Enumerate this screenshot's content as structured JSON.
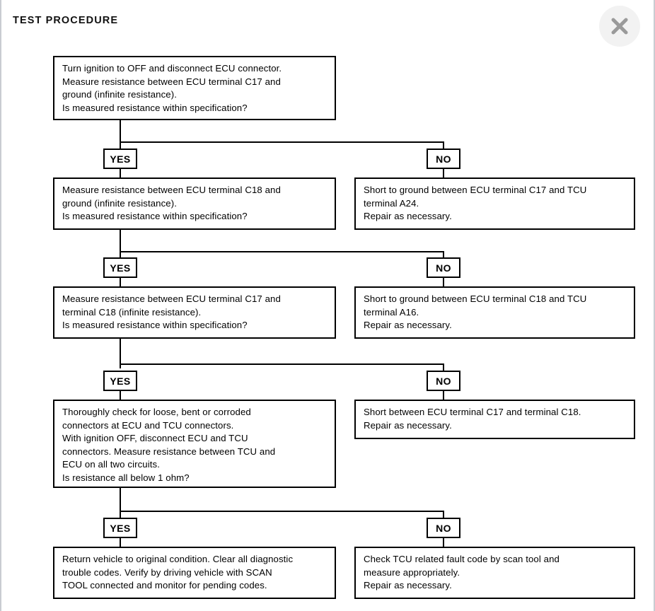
{
  "header": {
    "title": "TEST PROCEDURE",
    "close_icon": "close-icon",
    "close_label": "Close"
  },
  "theme": {
    "background": "#ffffff",
    "line_color": "#000000",
    "text_color": "#000000",
    "close_button_bg": "#f2f2f2",
    "close_icon_color": "#9a9a9a",
    "page_edge": "#c9ccd1"
  },
  "flow": {
    "labels": {
      "yes": "YES",
      "no": "NO"
    },
    "steps": [
      {
        "id": "step-1",
        "side": "left",
        "text": "Turn ignition to OFF and disconnect ECU connector.\nMeasure resistance between ECU terminal C17 and\nground (infinite resistance).\nIs measured resistance within specification?"
      },
      {
        "id": "step-2",
        "side": "left",
        "branch": "YES",
        "text": "Measure resistance between ECU terminal C18 and\nground (infinite resistance).\nIs measured resistance within specification?"
      },
      {
        "id": "result-1",
        "side": "right",
        "branch": "NO",
        "text": "Short to ground between ECU terminal C17 and TCU\nterminal A24.\nRepair as necessary."
      },
      {
        "id": "step-3",
        "side": "left",
        "branch": "YES",
        "text": "Measure resistance between ECU terminal C17 and\nterminal C18 (infinite resistance).\nIs measured resistance within specification?"
      },
      {
        "id": "result-2",
        "side": "right",
        "branch": "NO",
        "text": "Short to ground between ECU terminal C18 and TCU\nterminal A16.\nRepair as necessary."
      },
      {
        "id": "step-4",
        "side": "left",
        "branch": "YES",
        "text": "Thoroughly check for loose, bent or corroded\nconnectors at ECU and TCU connectors.\nWith ignition OFF, disconnect ECU and TCU\nconnectors. Measure resistance between TCU and\nECU on all two circuits.\nIs resistance all below 1 ohm?"
      },
      {
        "id": "result-3",
        "side": "right",
        "branch": "NO",
        "text": "Short between ECU terminal C17 and terminal C18.\nRepair as necessary."
      },
      {
        "id": "step-5",
        "side": "left",
        "branch": "YES",
        "text": "Return vehicle to original condition. Clear all diagnostic\ntrouble codes. Verify by driving vehicle with SCAN\nTOOL connected and monitor for pending codes."
      },
      {
        "id": "result-4",
        "side": "right",
        "branch": "NO",
        "text": "Check TCU related fault code by scan tool and\nmeasure appropriately.\nRepair as necessary."
      }
    ]
  }
}
